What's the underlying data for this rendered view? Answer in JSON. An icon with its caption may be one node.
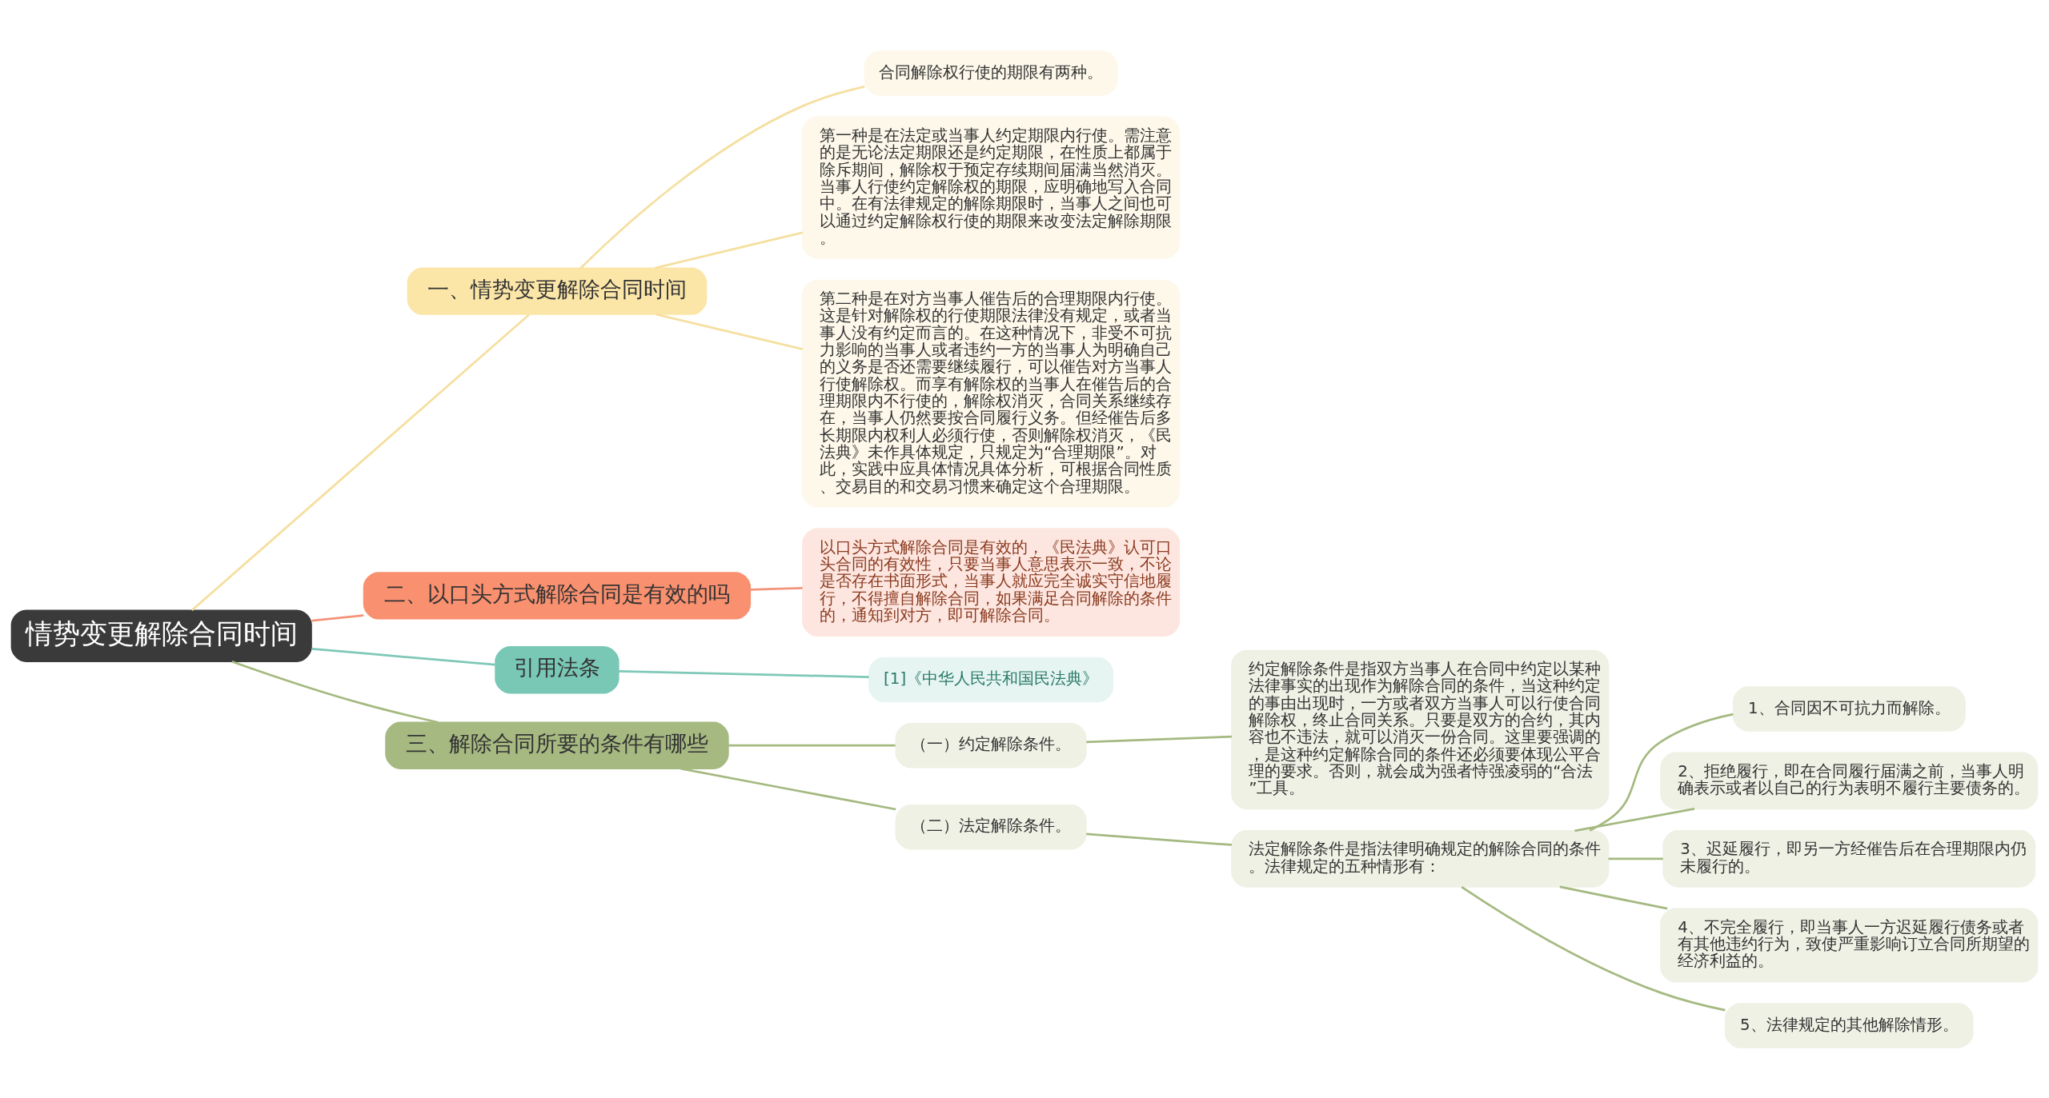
{
  "diagram": {
    "nodes": [
      {
        "text": [
          "情势变更解除合同时间"
        ]
      },
      {
        "text": [
          "一、情势变更解除合同时间"
        ]
      },
      {
        "text": [
          "合同解除权行使的期限有两种。"
        ]
      },
      {
        "text": [
          "第一种是在法定或当事人约定期限内行使。需注意的是无论法定期限还是约定期限，在性质上都属于除斥期间，解除权于预定存续期间届满当然消灭。当事人行使约定解除权的期限，应明确地写入合同中。在有法律规定的解除期限时，当事人之间也可以通过约定解除权行使的期限来改变法定解除期限。"
        ]
      },
      {
        "text": [
          "第二种是在对方当事人催告后的合理期限内行使。这是针对解除权的行使期限法律没有规定，或者当事人没有约定而言的。在这种情况下，非受不可抗力影响的当事人或者违约一方的当事人为明确自己的义务是否还需要继续履行，可以催告对方当事人行使解除权。而享有解除权的当事人在催告后的合理期限内不行使的，解除权消灭，合同关系继续存在，当事人仍然要按合同履行义务。但经催告后多长期限内权利人必须行使，否则解除权消灭，《民法典》未作具体规定，只规定为“合理期限”。对此，实践中应具体情况具体分析，可根据合同性质、交易目的和交易习惯来确定这个合理期限。"
        ]
      },
      {
        "text": [
          "二、以口头方式解除合同是有效的吗"
        ]
      },
      {
        "text": [
          "以口头方式解除合同是有效的，《民法典》认可口头合同的有效性，只要当事人意思表示一致，不论是否存在书面形式，当事人就应完全诚实守信地履行，不得擅自解除合同，如果满足合同解除的条件的，通知到对方，即可解除合同。"
        ]
      },
      {
        "text": [
          "引用法条"
        ]
      },
      {
        "text": [
          "[1]《中华人民共和国民法典》"
        ]
      },
      {
        "text": [
          "三、解除合同所要的条件有哪些"
        ]
      },
      {
        "text": [
          "（一）约定解除条件。"
        ]
      },
      {
        "text": [
          "约定解除条件是指双方当事人在合同中约定以某种法律事实的出现作为解除合同的条件，当这种约定的事由出现时，一方或者双方当事人可以行使合同解除权，终止合同关系。只要是双方的合约，其内容也不违法，就可以消灭一份合同。这里要强调的，是这种约定解除合同的条件还必须要体现公平合理的要求。否则，就会成为强者恃强凌弱的“合法”工具。"
        ]
      },
      {
        "text": [
          "（二）法定解除条件。"
        ]
      },
      {
        "text": [
          "法定解除条件是指法律明确规定的解除合同的条件。法律规定的五种情形有："
        ]
      },
      {
        "text": [
          "1、合同因不可抗力而解除。"
        ]
      },
      {
        "text": [
          "2、拒绝履行，即在合同履行届满之前，当事人明确表示或者以自己的行为表明不履行主要债务的。"
        ]
      },
      {
        "text": [
          "3、迟延履行，即另一方经催告后在合理期限内仍未履行的。"
        ]
      },
      {
        "text": [
          "4、不完全履行，即当事人一方迟延履行债务或者有其他违约行为，致使严重影响订立合同所期望的经济利益的。"
        ]
      },
      {
        "text": [
          "5、法律规定的其他解除情形。"
        ]
      }
    ],
    "edges": [
      {
        "from": 0,
        "to": 1,
        "arrow": "none",
        "color": "#f5dfa0"
      },
      {
        "from": 1,
        "to": 2,
        "arrow": "none",
        "color": "#f5dfa0"
      },
      {
        "from": 1,
        "to": 3,
        "arrow": "none",
        "color": "#f5dfa0"
      },
      {
        "from": 1,
        "to": 4,
        "arrow": "none",
        "color": "#f5dfa0"
      },
      {
        "from": 0,
        "to": 5,
        "arrow": "none",
        "color": "#f4937a"
      },
      {
        "from": 5,
        "to": 6,
        "arrow": "none",
        "color": "#f4937a"
      },
      {
        "from": 0,
        "to": 7,
        "arrow": "none",
        "color": "#7fc8b8"
      },
      {
        "from": 7,
        "to": 8,
        "arrow": "none",
        "color": "#7fc8b8"
      },
      {
        "from": 0,
        "to": 9,
        "arrow": "none"
      },
      {
        "from": 9,
        "to": 10,
        "arrow": "none"
      },
      {
        "from": 10,
        "to": 11,
        "arrow": "none"
      },
      {
        "from": 9,
        "to": 12,
        "arrow": "none"
      },
      {
        "from": 12,
        "to": 13,
        "arrow": "none"
      },
      {
        "from": 13,
        "to": 14,
        "arrow": "none"
      },
      {
        "from": 13,
        "to": 15,
        "arrow": "none"
      },
      {
        "from": 13,
        "to": 16,
        "arrow": "none"
      },
      {
        "from": 13,
        "to": 17,
        "arrow": "none"
      },
      {
        "from": 13,
        "to": 18,
        "arrow": "none"
      }
    ]
  }
}
